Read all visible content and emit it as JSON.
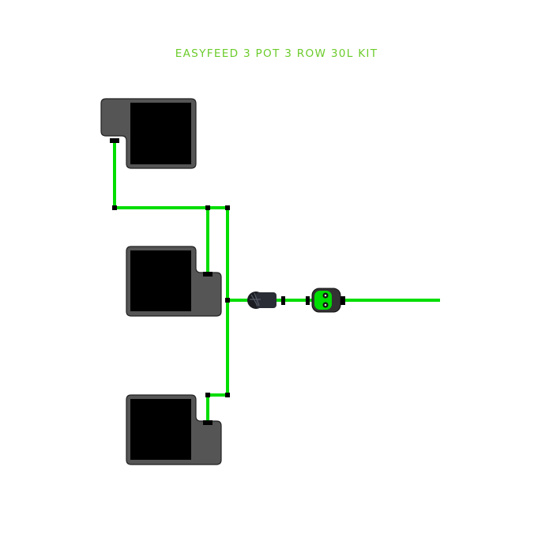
{
  "title": "EASYFEED 3 POT 3 ROW 30L KIT",
  "colors": {
    "pipe": "#00dd00",
    "pot": "#555555",
    "pot_inner": "#000000",
    "title": "#6ccc2c",
    "connector": "#000000"
  },
  "components": {
    "pots": [
      "pot-1",
      "pot-2",
      "pot-3"
    ],
    "filter_icon": "inline-filter",
    "timer_icon": "feed-valve-timer"
  }
}
